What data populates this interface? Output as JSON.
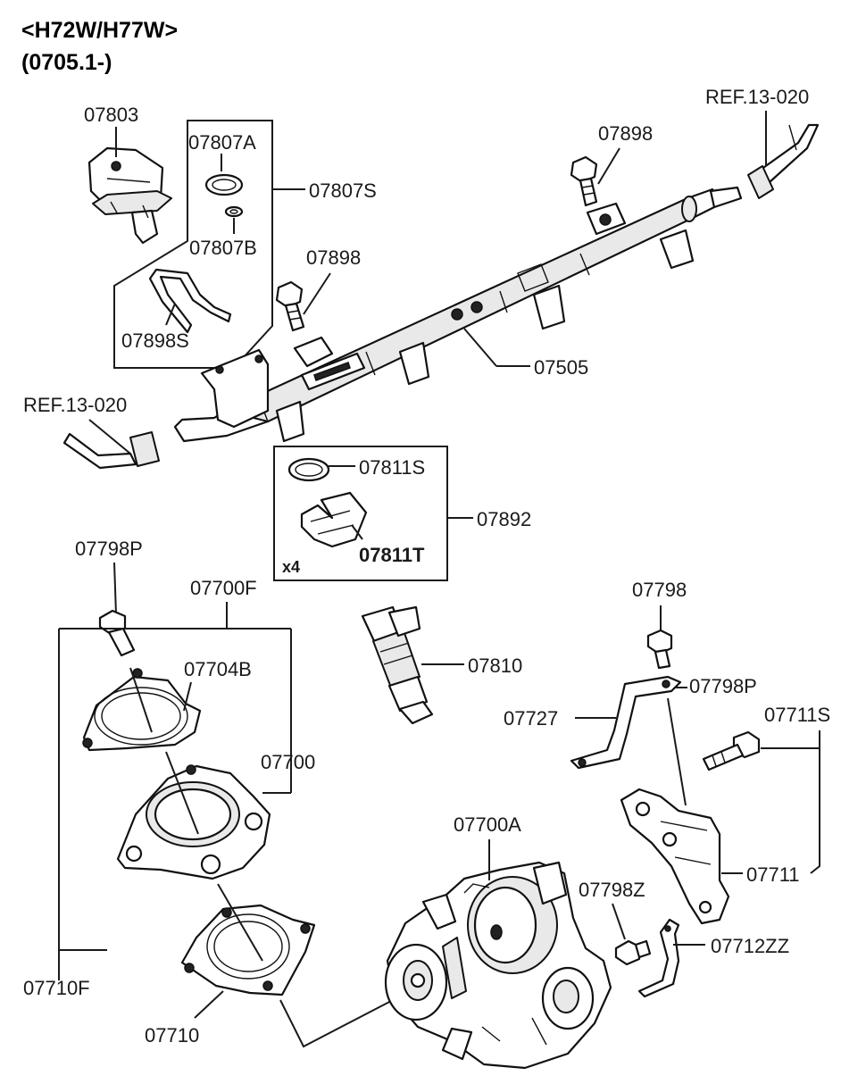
{
  "header": {
    "model": "<H72W/H77W>",
    "date_range": "(0705.1-)"
  },
  "labels": {
    "p07803": "07803",
    "p07807A": "07807A",
    "p07807S": "07807S",
    "p07807B": "07807B",
    "p07898_top": "07898",
    "p07898_mid": "07898",
    "p07898S": "07898S",
    "ref_top": "REF.13-020",
    "ref_left": "REF.13-020",
    "p07505": "07505",
    "p07811S": "07811S",
    "p07892": "07892",
    "p07811T": "07811T",
    "x4": "x4",
    "p07798P_left": "07798P",
    "p07700F": "07700F",
    "p07704B": "07704B",
    "p07700": "07700",
    "p07810": "07810",
    "p07798": "07798",
    "p07798P_right": "07798P",
    "p07727": "07727",
    "p07711S": "07711S",
    "p07700A": "07700A",
    "p07711": "07711",
    "p07798Z": "07798Z",
    "p07712ZZ": "07712ZZ",
    "p07710F": "07710F",
    "p07710": "07710"
  },
  "icons": {
    "pressure_regulator": "fuel-pressure-regulator-icon",
    "fuel_rail": "fuel-rail-icon",
    "injector": "fuel-injector-icon",
    "throttle_body": "throttle-body-icon",
    "gasket": "gasket-icon",
    "bolt": "bolt-icon",
    "bracket": "bracket-icon",
    "clip": "clip-icon",
    "o_ring": "o-ring-icon",
    "fuel_line": "fuel-line-icon"
  }
}
